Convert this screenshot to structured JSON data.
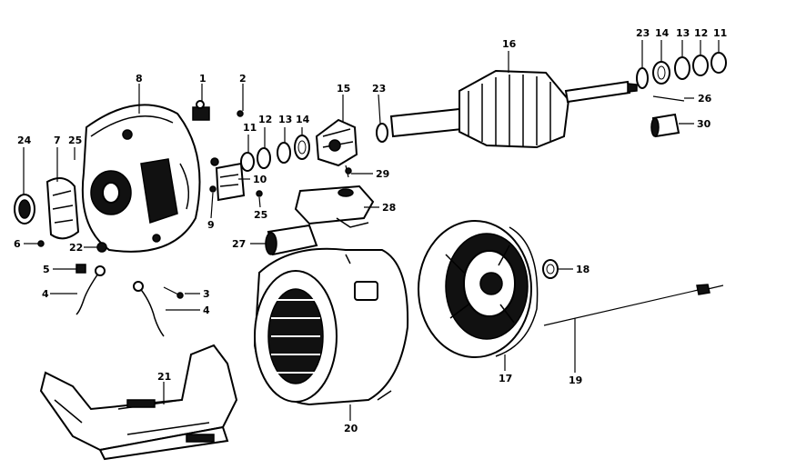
{
  "diagram": {
    "labels": {
      "p1": "1",
      "p2": "2",
      "p3": "3",
      "p4a": "4",
      "p4b": "4",
      "p5": "5",
      "p6": "6",
      "p7": "7",
      "p8": "8",
      "p9": "9",
      "p10": "10",
      "p11a": "11",
      "p11b": "11",
      "p12a": "12",
      "p12b": "12",
      "p13a": "13",
      "p13b": "13",
      "p14a": "14",
      "p14b": "14",
      "p15": "15",
      "p16": "16",
      "p17": "17",
      "p18": "18",
      "p19": "19",
      "p20": "20",
      "p21": "21",
      "p22": "22",
      "p23a": "23",
      "p23b": "23",
      "p24": "24",
      "p25a": "25",
      "p25b": "25",
      "p26": "26",
      "p27": "27",
      "p28": "28",
      "p29": "29",
      "p30": "30"
    }
  }
}
